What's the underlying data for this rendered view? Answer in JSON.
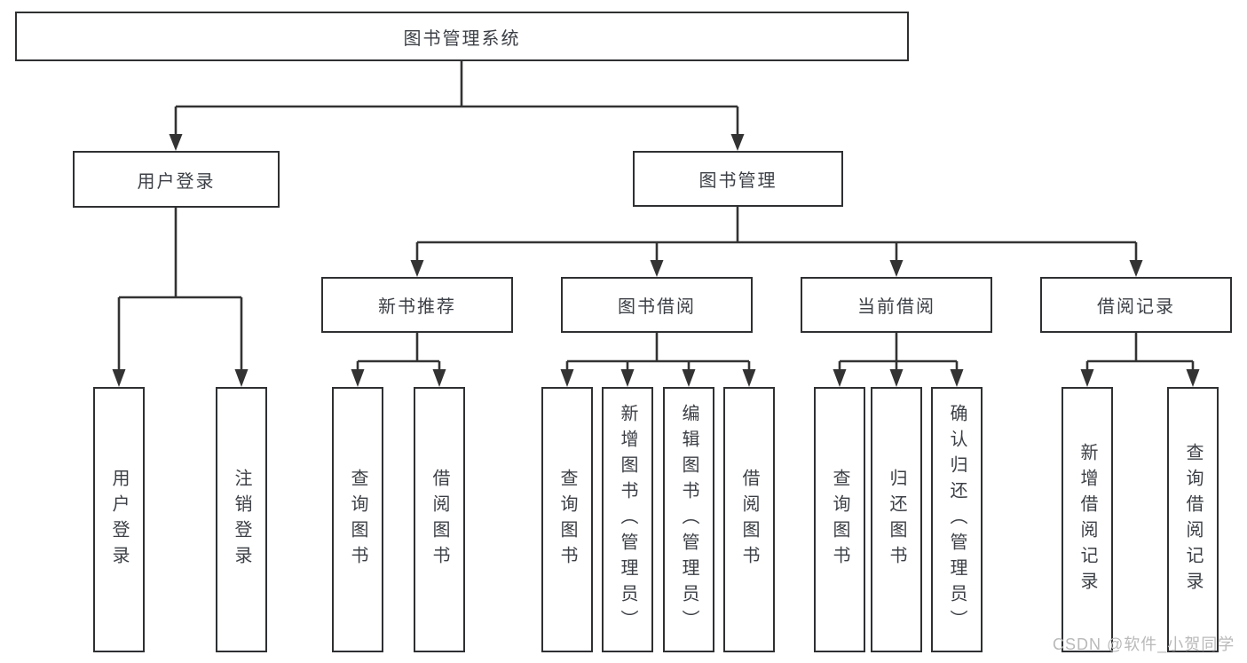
{
  "diagram": {
    "root": "图书管理系统",
    "branches": {
      "login": "用户登录",
      "mgmt": "图书管理"
    },
    "modules": {
      "newbook": "新书推荐",
      "borrow": "图书借阅",
      "current": "当前借阅",
      "records": "借阅记录"
    },
    "leaves": {
      "login_user": "用户登录",
      "login_logout": "注销登录",
      "nb_query": "查询图书",
      "nb_borrow": "借阅图书",
      "bw_query": "查询图书",
      "bw_add": "新增图书（管理员）",
      "bw_edit": "编辑图书（管理员）",
      "bw_borrow": "借阅图书",
      "cu_query": "查询图书",
      "cu_return": "归还图书",
      "cu_confirm": "确认归还（管理员）",
      "rc_add": "新增借阅记录",
      "rc_query": "查询借阅记录"
    },
    "hierarchy": {
      "图书管理系统": {
        "用户登录": [
          "用户登录",
          "注销登录"
        ],
        "图书管理": {
          "新书推荐": [
            "查询图书",
            "借阅图书"
          ],
          "图书借阅": [
            "查询图书",
            "新增图书（管理员）",
            "编辑图书（管理员）",
            "借阅图书"
          ],
          "当前借阅": [
            "查询图书",
            "归还图书",
            "确认归还（管理员）"
          ],
          "借阅记录": [
            "新增借阅记录",
            "查询借阅记录"
          ]
        }
      }
    }
  },
  "watermark": "CSDN @软件_小贺同学",
  "colors": {
    "line": "#333333",
    "box_border": "#2e3032",
    "text": "#3c4046",
    "watermark": "#b9b9b9",
    "background": "#ffffff"
  }
}
